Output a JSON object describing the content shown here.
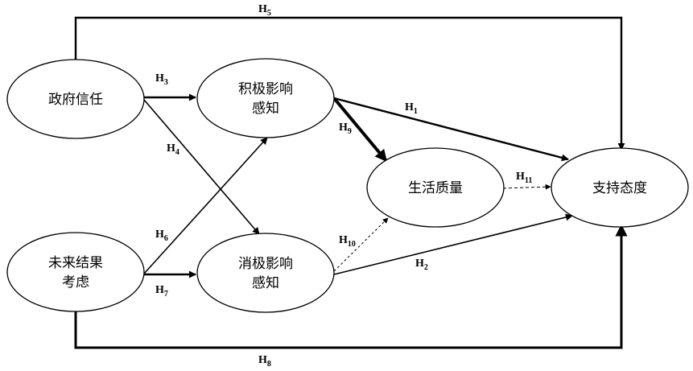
{
  "nodes": {
    "government_trust": {
      "lines": [
        "政府信任"
      ]
    },
    "future_consideration": {
      "lines": [
        "未来结果",
        "考虑"
      ]
    },
    "positive_impact": {
      "lines": [
        "积极影响",
        "感知"
      ]
    },
    "negative_impact": {
      "lines": [
        "消极影响",
        "感知"
      ]
    },
    "quality_of_life": {
      "lines": [
        "生活质量"
      ]
    },
    "support_attitude": {
      "lines": [
        "支持态度"
      ]
    }
  },
  "hypotheses": [
    {
      "id": "h5",
      "base": "H",
      "sub": "5",
      "from": "government_trust",
      "to": "support_attitude",
      "style": "solid-bold"
    },
    {
      "id": "h3",
      "base": "H",
      "sub": "3",
      "from": "government_trust",
      "to": "positive_impact",
      "style": "solid-bold"
    },
    {
      "id": "h4",
      "base": "H",
      "sub": "4",
      "from": "government_trust",
      "to": "negative_impact",
      "style": "solid"
    },
    {
      "id": "h1",
      "base": "H",
      "sub": "1",
      "from": "positive_impact",
      "to": "support_attitude",
      "style": "solid-bold"
    },
    {
      "id": "h9",
      "base": "H",
      "sub": "9",
      "from": "positive_impact",
      "to": "quality_of_life",
      "style": "solid-heavy"
    },
    {
      "id": "h11",
      "base": "H",
      "sub": "11",
      "from": "quality_of_life",
      "to": "support_attitude",
      "style": "dashed"
    },
    {
      "id": "h6",
      "base": "H",
      "sub": "6",
      "from": "future_consideration",
      "to": "positive_impact",
      "style": "solid"
    },
    {
      "id": "h7",
      "base": "H",
      "sub": "7",
      "from": "future_consideration",
      "to": "negative_impact",
      "style": "solid-bold"
    },
    {
      "id": "h10",
      "base": "H",
      "sub": "10",
      "from": "negative_impact",
      "to": "quality_of_life",
      "style": "dashed"
    },
    {
      "id": "h2",
      "base": "H",
      "sub": "2",
      "from": "negative_impact",
      "to": "support_attitude",
      "style": "solid"
    },
    {
      "id": "h8",
      "base": "H",
      "sub": "8",
      "from": "future_consideration",
      "to": "support_attitude",
      "style": "solid-bold"
    }
  ]
}
